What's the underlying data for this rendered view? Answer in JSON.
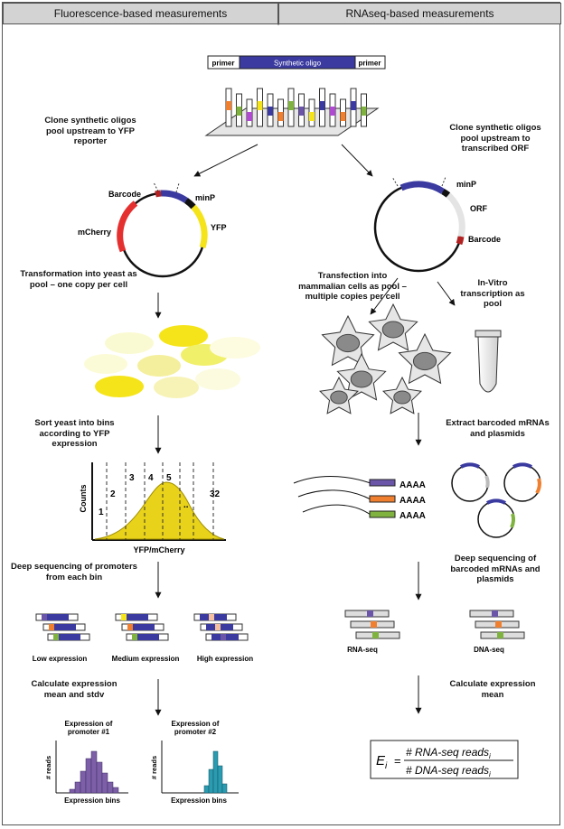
{
  "headers": {
    "left": "Fluorescence-based measurements",
    "right": "RNAseq-based measurements"
  },
  "oligo": {
    "primer_left": "primer",
    "synthetic": "Synthetic oligo",
    "primer_right": "primer"
  },
  "left": {
    "clone_text": "Clone synthetic oligos pool upstream to YFP reporter",
    "plasmid": {
      "barcode": "Barcode",
      "minp": "minP",
      "yfp": "YFP",
      "mcherry": "mCherry"
    },
    "transform_text": "Transformation into yeast as pool – one copy per cell",
    "sort_text": "Sort yeast into bins according to YFP expression",
    "histogram": {
      "ylabel": "Counts",
      "xlabel": "YFP/mCherry",
      "bins": [
        "1",
        "2",
        "3",
        "4",
        "5",
        "..",
        "32"
      ]
    },
    "deepseq_text": "Deep sequencing of promoters from each bin",
    "groups": [
      "Low expression",
      "Medium expression",
      "High expression"
    ],
    "calc_text": "Calculate expression mean and stdv",
    "dist1": {
      "title": "Expression of promoter #1",
      "ylabel": "# reads",
      "xlabel": "Expression bins"
    },
    "dist2": {
      "title": "Expression of promoter #2",
      "ylabel": "# reads",
      "xlabel": "Expression bins"
    }
  },
  "right": {
    "clone_text": "Clone synthetic oligos pool upstream to transcribed ORF",
    "plasmid": {
      "minp": "minP",
      "orf": "ORF",
      "barcode": "Barcode"
    },
    "transfection_text": "Transfection into mammalian cells as pool – multiple copies per cell",
    "invitro_text": "In-Vitro transcription as pool",
    "extract_text": "Extract barcoded mRNAs and plasmids",
    "polya": [
      "AAAA",
      "AAAA",
      "AAAA"
    ],
    "deepseq_text": "Deep sequencing of barcoded mRNAs and plasmids",
    "rna_label": "RNA-seq",
    "dna_label": "DNA-seq",
    "calc_text": "Calculate expression mean",
    "formula": {
      "lhs": "E",
      "sub": "i",
      "numerator": "# RNA-seq reads",
      "denominator": "# DNA-seq reads"
    }
  },
  "colors": {
    "header_bg": "#d3d3d3",
    "oligo_blue": "#3a3aa0",
    "yfp_yellow": "#f5e41a",
    "mcherry_red": "#e53030",
    "barcode_red": "#b22222",
    "teal": "#2a9bb0",
    "purple": "#6a55a8"
  }
}
